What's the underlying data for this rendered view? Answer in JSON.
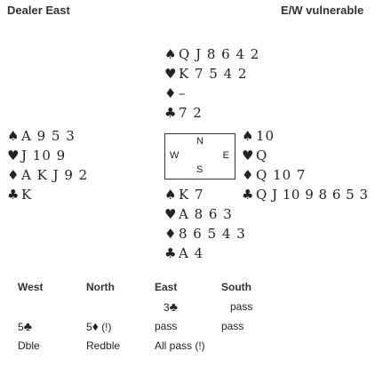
{
  "header": {
    "dealer": "Dealer East",
    "vulnerability": "E/W vulnerable"
  },
  "suits": {
    "spade": "♠",
    "heart": "♥",
    "diamond": "♦",
    "club": "♣"
  },
  "hands": {
    "north": {
      "spades": "Q J 8 6 4 2",
      "hearts": "K 7 5 4 2",
      "diamonds": "–",
      "clubs": "7 2"
    },
    "west": {
      "spades": "A 9 5 3",
      "hearts": "J 10 9",
      "diamonds": "A K J 9 2",
      "clubs": "K"
    },
    "east": {
      "spades": "10",
      "hearts": "Q",
      "diamonds": "Q 10 7",
      "clubs": "Q J 10 9 8 6 5 3"
    },
    "south": {
      "spades": "K 7",
      "hearts": "A 8 6 3",
      "diamonds": "8 6 5 4 3",
      "clubs": "A 4"
    }
  },
  "compass": {
    "n": "N",
    "w": "W",
    "e": "E",
    "s": "S"
  },
  "bidding": {
    "headers": [
      "West",
      "North",
      "East",
      "South"
    ],
    "row1": {
      "east_level": "3",
      "south": "pass"
    },
    "row2": {
      "west_level": "5",
      "north_level": "5",
      "north_note": "(!)",
      "east": "pass",
      "south": "pass"
    },
    "row3": {
      "west": "Dble",
      "north": "Redble",
      "east": "All pass (!)"
    }
  },
  "colors": {
    "text": "#222222",
    "header": "#333333",
    "border": "#333333"
  }
}
